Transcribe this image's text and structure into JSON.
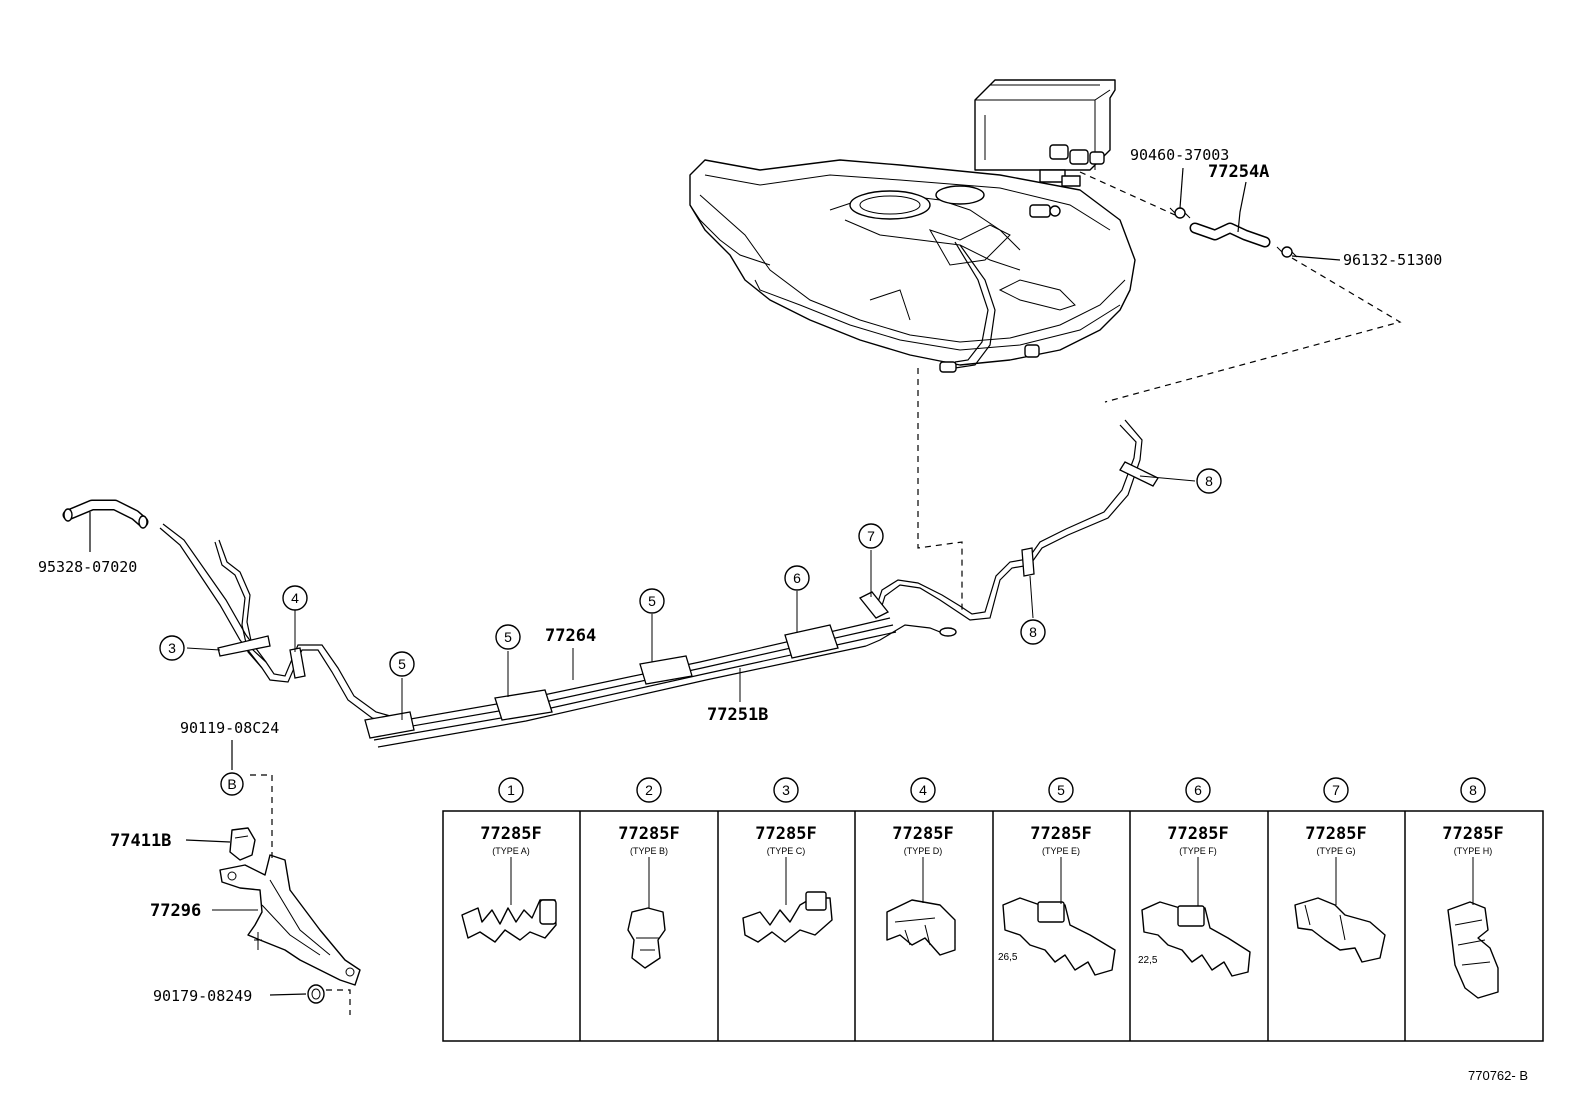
{
  "parts": {
    "p90460": "90460-37003",
    "p77254A": "77254A",
    "p96132": "96132-51300",
    "p95328": "95328-07020",
    "p77264": "77264",
    "p77251B": "77251B",
    "p90119": "90119-08C24",
    "p77411B": "77411B",
    "p77296": "77296",
    "p90179": "90179-08249"
  },
  "bubbles": {
    "b3": "3",
    "b4": "4",
    "b5a": "5",
    "b5b": "5",
    "b5c": "5",
    "b6": "6",
    "b7": "7",
    "b8a": "8",
    "b8b": "8",
    "bB": "B"
  },
  "clamp_table": [
    {
      "num": "1",
      "part": "77285F",
      "type": "(TYPE A)"
    },
    {
      "num": "2",
      "part": "77285F",
      "type": "(TYPE B)"
    },
    {
      "num": "3",
      "part": "77285F",
      "type": "(TYPE C)"
    },
    {
      "num": "4",
      "part": "77285F",
      "type": "(TYPE D)"
    },
    {
      "num": "5",
      "part": "77285F",
      "type": "(TYPE E)",
      "dim": "26,5"
    },
    {
      "num": "6",
      "part": "77285F",
      "type": "(TYPE F)",
      "dim": "22,5"
    },
    {
      "num": "7",
      "part": "77285F",
      "type": "(TYPE G)"
    },
    {
      "num": "8",
      "part": "77285F",
      "type": "(TYPE H)"
    }
  ],
  "ref_code": "770762- B"
}
